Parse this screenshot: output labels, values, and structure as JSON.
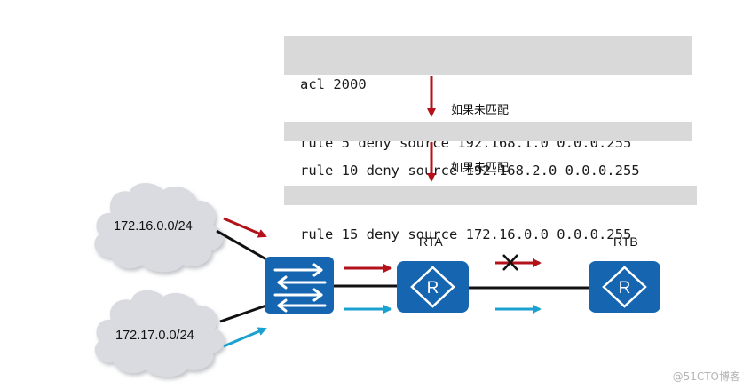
{
  "acl": {
    "header": "acl 2000",
    "rule5": "rule 5 deny source 192.168.1.0 0.0.0.255",
    "rule10": "rule 10 deny source 192.168.2.0 0.0.0.255",
    "rule15": "rule 15 deny source 172.16.0.0 0.0.0.255"
  },
  "notes": {
    "no_match_1": "如果未匹配",
    "no_match_2": "如果未匹配"
  },
  "networks": {
    "net_a": "172.16.0.0/24",
    "net_b": "172.17.0.0/24"
  },
  "routers": {
    "rta": "RTA",
    "rtb": "RTB"
  },
  "colors": {
    "code_bg": "#d9d9d9",
    "red_arrow": "#b3121b",
    "cyan_arrow": "#1ba1d0",
    "device_blue": "#1565b0",
    "cloud": "#d9dbe0"
  },
  "watermark": "@51CTO博客"
}
